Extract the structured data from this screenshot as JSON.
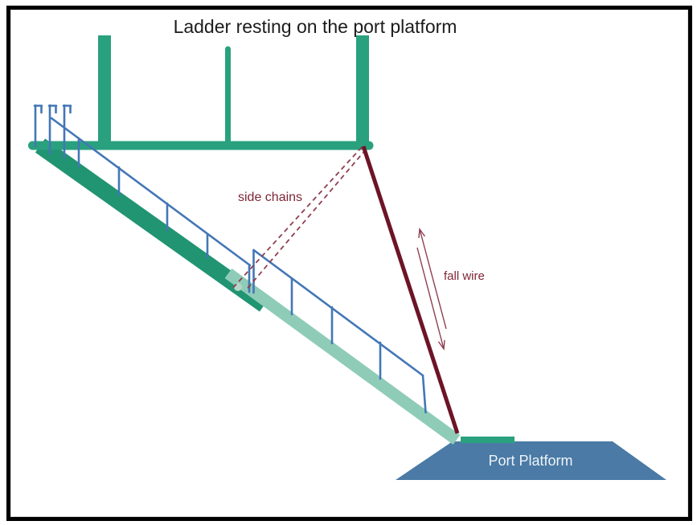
{
  "diagram": {
    "title": "Ladder resting on the port platform",
    "labels": {
      "side_chains": "side chains",
      "fall_wire": "fall wire",
      "port_platform": "Port Platform"
    },
    "colors": {
      "deck_green": "#2aa17e",
      "upper_stringer_green": "#219472",
      "lower_stringer_green": "#8fccb8",
      "hinge_fill": "#b5d6c8",
      "rail_blue": "#4377b6",
      "fall_wire_maroon": "#6d1426",
      "chain_red": "#8f3f50",
      "label_red": "#7e2636",
      "platform_blue": "#4a7aa5",
      "platform_text_color": "#eef3f8",
      "title_color": "#1c1c1c",
      "frame_black": "#000000"
    }
  }
}
